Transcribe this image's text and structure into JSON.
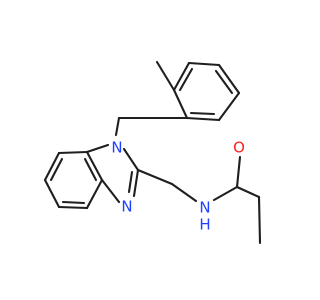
{
  "molecule": {
    "atoms": {
      "n1": {
        "symbol": "N",
        "color": "#1f3fff"
      },
      "n3": {
        "symbol": "N",
        "color": "#1f3fff"
      },
      "nh": {
        "symbol": "N",
        "subscript": "H",
        "color": "#1f3fff"
      },
      "o": {
        "symbol": "O",
        "color": "#ff1f1f"
      }
    },
    "bond_color": "#1f1f1f"
  }
}
